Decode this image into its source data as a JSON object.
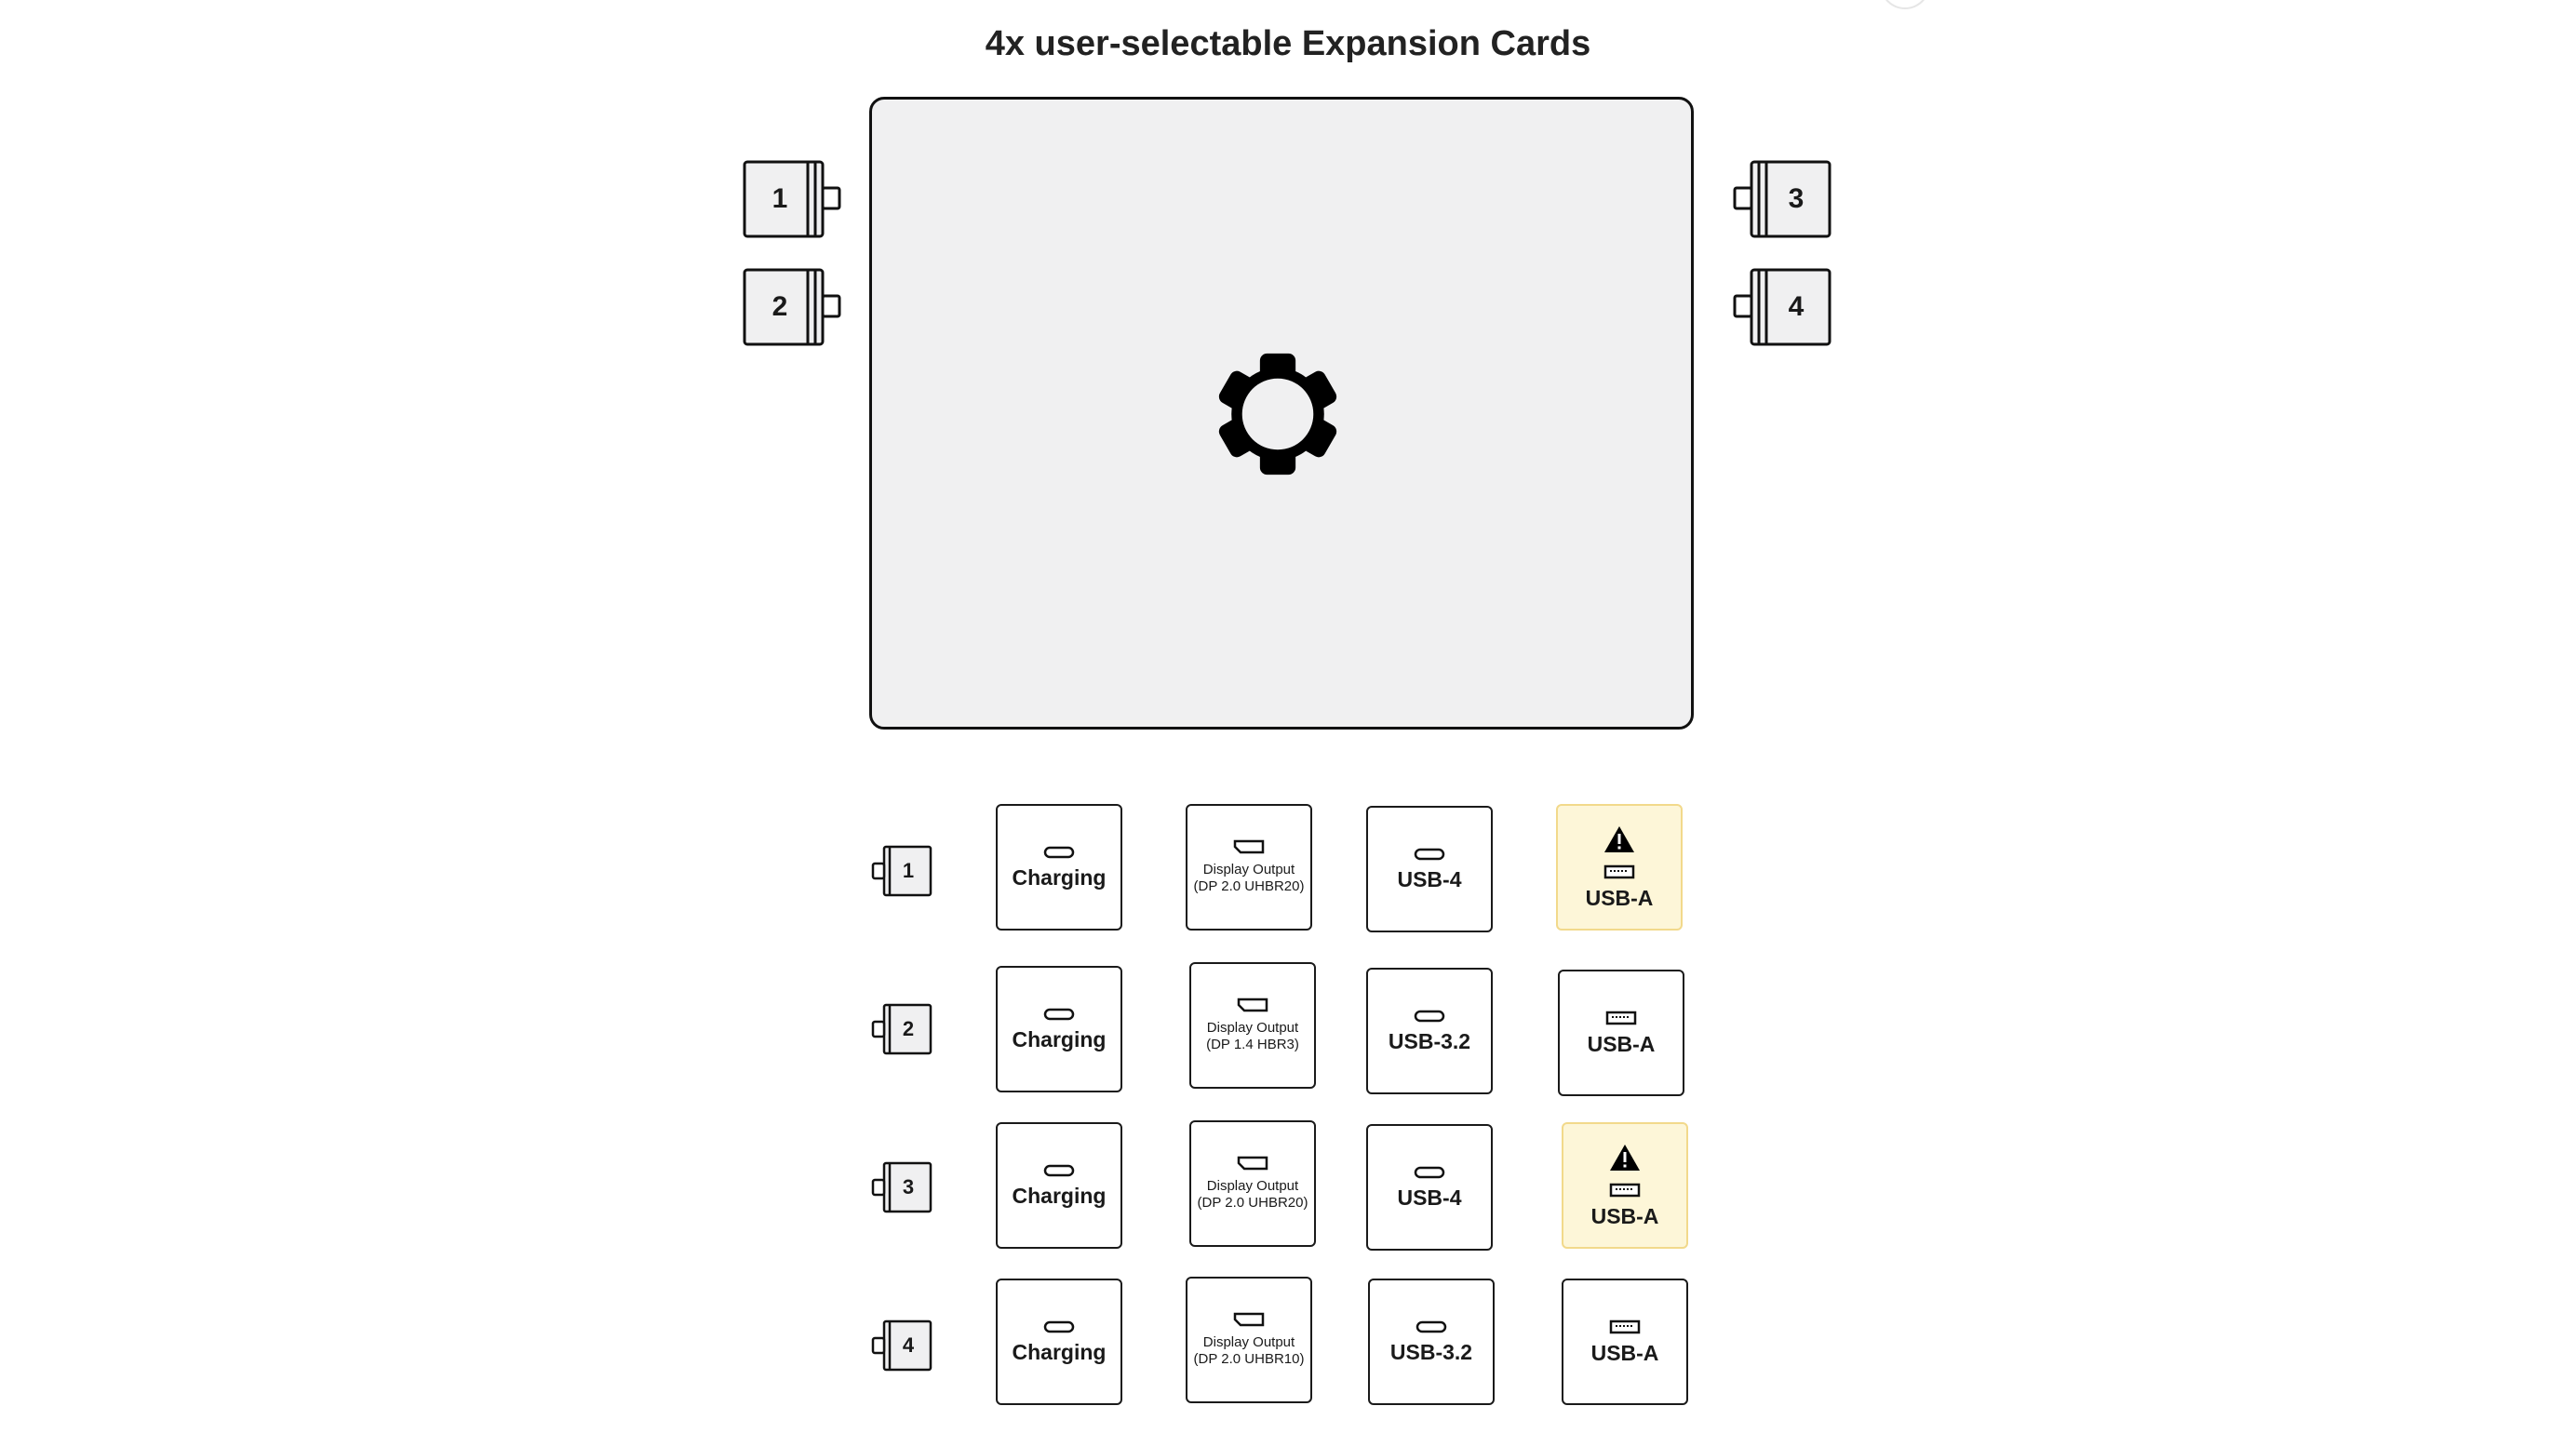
{
  "page": {
    "title": "4x user-selectable Expansion Cards"
  },
  "laptop": {
    "logo_icon": "gear-icon",
    "slots_left": [
      "1",
      "2"
    ],
    "slots_right": [
      "3",
      "4"
    ]
  },
  "rows": [
    {
      "slot": "1",
      "options": [
        {
          "label": "Charging",
          "port": "usb-c",
          "warning": false
        },
        {
          "label": "Display Output",
          "sublabel": "(DP 2.0 UHBR20)",
          "port": "displayport",
          "warning": false
        },
        {
          "label": "USB-4",
          "port": "usb-c",
          "warning": false
        },
        {
          "label": "USB-A",
          "port": "usb-a",
          "warning": true
        }
      ]
    },
    {
      "slot": "2",
      "options": [
        {
          "label": "Charging",
          "port": "usb-c",
          "warning": false
        },
        {
          "label": "Display Output",
          "sublabel": "(DP 1.4 HBR3)",
          "port": "displayport",
          "warning": false
        },
        {
          "label": "USB-3.2",
          "port": "usb-c",
          "warning": false
        },
        {
          "label": "USB-A",
          "port": "usb-a",
          "warning": false
        }
      ]
    },
    {
      "slot": "3",
      "options": [
        {
          "label": "Charging",
          "port": "usb-c",
          "warning": false
        },
        {
          "label": "Display Output",
          "sublabel": "(DP 2.0 UHBR20)",
          "port": "displayport",
          "warning": false
        },
        {
          "label": "USB-4",
          "port": "usb-c",
          "warning": false
        },
        {
          "label": "USB-A",
          "port": "usb-a",
          "warning": true
        }
      ]
    },
    {
      "slot": "4",
      "options": [
        {
          "label": "Charging",
          "port": "usb-c",
          "warning": false
        },
        {
          "label": "Display Output",
          "sublabel": "(DP 2.0 UHBR10)",
          "port": "displayport",
          "warning": false
        },
        {
          "label": "USB-3.2",
          "port": "usb-c",
          "warning": false
        },
        {
          "label": "USB-A",
          "port": "usb-a",
          "warning": false
        }
      ]
    }
  ],
  "colors": {
    "warning_bg": "#fdf6d8",
    "warning_border": "#f2d98b",
    "laptop_bg": "#f0f0f1"
  }
}
